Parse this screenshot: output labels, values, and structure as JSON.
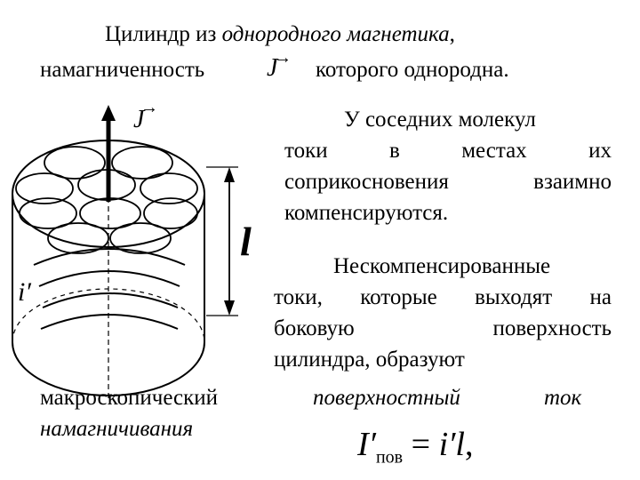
{
  "heading": {
    "l1_pre": "Цилиндр из ",
    "l1_it": "однородного магнетика",
    "l1_post": ",",
    "l2_pre": "намагниченность",
    "l2_post": "которого однородна."
  },
  "paragraph1": {
    "line1": "У соседних молекул",
    "line2": [
      "токи",
      "в",
      "местах",
      "их"
    ],
    "line3": [
      "соприкосновения",
      "взаимно"
    ],
    "line4": "компенсируются."
  },
  "paragraph2": {
    "line1": "Нескомпенсированные",
    "line2": [
      "токи,",
      "которые",
      "выходят",
      "на"
    ],
    "line3": [
      "боковую",
      "поверхность"
    ],
    "line4": "цилиндра, образуют"
  },
  "bottom": {
    "word1": "макроскопический",
    "word2": "поверхностный",
    "word3": "ток",
    "word4": "намагничивания"
  },
  "symbols": {
    "J": "J",
    "l": "l",
    "i_prime": "i′"
  },
  "formula": {
    "lhs": "I′",
    "sub": "пов",
    "eq": "=",
    "rhs": "i′l",
    "comma": ","
  }
}
